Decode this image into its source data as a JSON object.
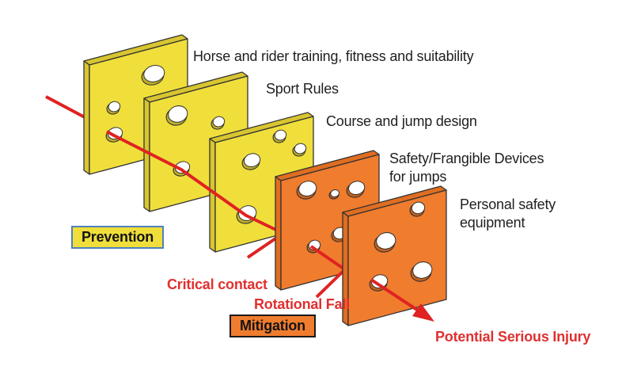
{
  "colors": {
    "cheese_yellow": "#f0df3b",
    "cheese_yellow_edge": "#d8c52f",
    "cheese_yellow_rim": "#bfae28",
    "cheese_orange": "#f07c2e",
    "cheese_orange_edge": "#e06d20",
    "cheese_orange_rim": "#c2611c",
    "outline": "#333333",
    "arrow_red": "#e02222",
    "red_text": "#e03030",
    "text_black": "#1f1f1f",
    "prevention_border": "#4f81bd",
    "mitigation_border": "#1a1a1a"
  },
  "labels": {
    "layers": [
      {
        "text": "Horse and rider training, fitness and suitability"
      },
      {
        "text": "Sport Rules"
      },
      {
        "text": "Course and jump design"
      },
      {
        "lines": [
          "Safety/Frangible Devices",
          "for jumps"
        ]
      },
      {
        "lines": [
          "Personal safety",
          "equipment"
        ]
      }
    ],
    "prevention": "Prevention",
    "mitigation": "Mitigation",
    "critical_contact": "Critical contact",
    "rotational_fall": "Rotational Fall",
    "potential_serious_injury": "Potential Serious Injury"
  }
}
